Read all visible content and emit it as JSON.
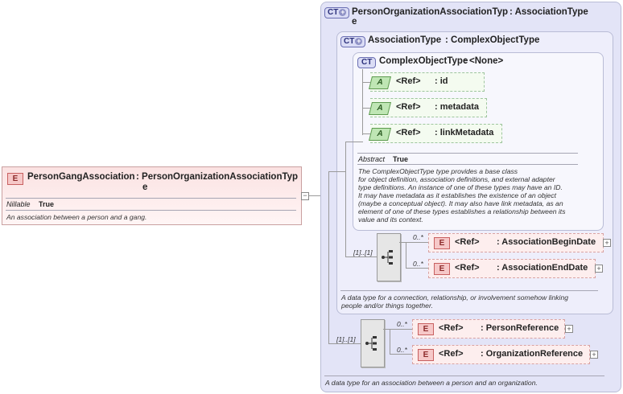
{
  "main_element": {
    "badge": "E",
    "name": "PersonGangAssociation",
    "type_line1": ": PersonOrganizationAssociationTyp",
    "type_line2": "e",
    "prop_key": "Nillable",
    "prop_val": "True",
    "doc": "An association between a person and a gang."
  },
  "outer_type": {
    "badge": "CT",
    "name_line1": "PersonOrganizationAssociationTyp",
    "base": ": AssociationType",
    "name_line2": "e",
    "doc": "A data type for an association between a person and an organization.",
    "sequence": {
      "cardinality": "[1]..[1]",
      "elements": [
        {
          "badge": "E",
          "ref": "<Ref>",
          "name": ": PersonReference",
          "cardinality": "0..*"
        },
        {
          "badge": "E",
          "ref": "<Ref>",
          "name": ": OrganizationReference",
          "cardinality": "0..*"
        }
      ]
    }
  },
  "association_type": {
    "badge": "CT",
    "name": "AssociationType",
    "base": ": ComplexObjectType",
    "doc_lines": [
      "A data type for a connection, relationship, or involvement somehow linking",
      "people and/or things together."
    ],
    "sequence": {
      "cardinality": "[1]..[1]",
      "elements": [
        {
          "badge": "E",
          "ref": "<Ref>",
          "name": ": AssociationBeginDate",
          "cardinality": "0..*"
        },
        {
          "badge": "E",
          "ref": "<Ref>",
          "name": ": AssociationEndDate",
          "cardinality": "0..*"
        }
      ]
    }
  },
  "complex_object_type": {
    "badge": "CT",
    "name": "ComplexObjectType",
    "base": ": <None>",
    "attributes": [
      {
        "badge": "A",
        "ref": "<Ref>",
        "name": ": id"
      },
      {
        "badge": "A",
        "ref": "<Ref>",
        "name": ": metadata"
      },
      {
        "badge": "A",
        "ref": "<Ref>",
        "name": ": linkMetadata"
      }
    ],
    "prop_key": "Abstract",
    "prop_val": "True",
    "doc_lines": [
      "The ComplexObjectType type provides a base class",
      "for object definition, association definitions, and external adapter",
      "type definitions. An instance of one of these types may have an ID.",
      "It may have metadata as it establishes the existence of an object",
      "(maybe a conceptual object). It may also have link metadata, as an",
      "element of one of these types establishes a relationship between its",
      "value and its context."
    ]
  },
  "colors": {
    "complex_type_bg": "#e3e4f7",
    "element_bg": "#fdeeee",
    "attribute_bg": "#f4fbf0"
  }
}
